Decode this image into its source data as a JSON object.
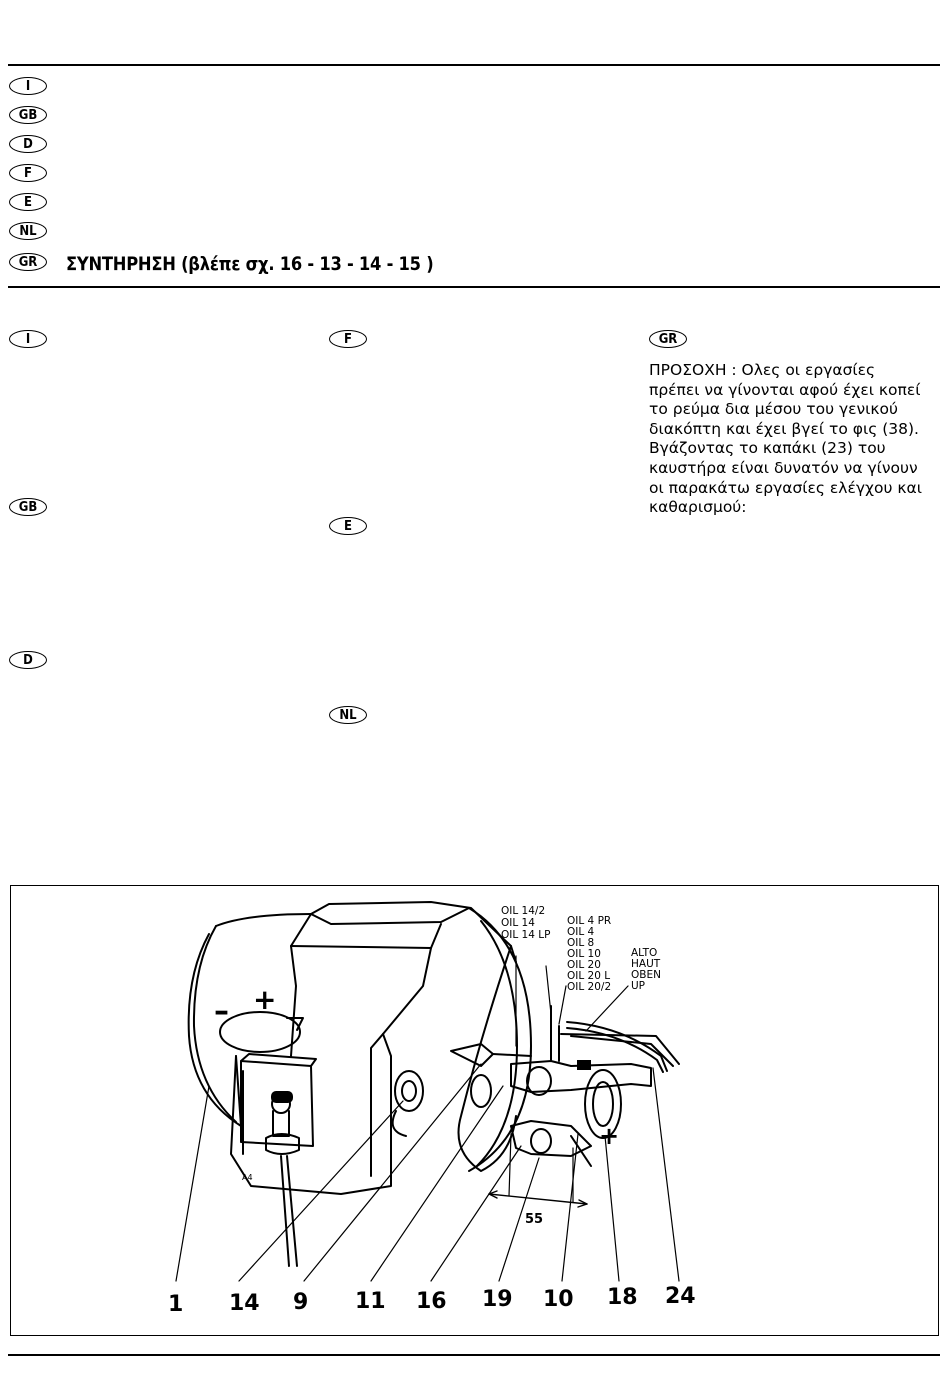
{
  "header": {
    "languages": [
      "I",
      "GB",
      "D",
      "F",
      "E",
      "NL",
      "GR"
    ],
    "gr_title": "ΣΥΝΤΗΡΗΣΗ  (βλέπε σχ. 16 - 13 - 14 - 15 )"
  },
  "columns": {
    "left": [
      "I",
      "GB",
      "D"
    ],
    "middle": [
      "F",
      "E",
      "NL"
    ],
    "right": [
      "GR"
    ]
  },
  "gr_text": [
    "ΠΡΟΣΟΧΗ : Ολες οι εργασίες",
    "πρέπει να γίνονται αφού έχει κοπεί",
    "το ρεύμα δια μέσου του γενικού",
    "διακόπτη και έχει βγεί το φις (38).",
    "Βγάζοντας το καπάκι (23) του",
    "καυστήρα είναι δυνατόν να γίνουν",
    "οι παρακάτω εργασίες ελέγχου και",
    "καθαρισμού:"
  ],
  "figure": {
    "labels_group1": [
      "OIL 14/2",
      "OIL 14",
      "OIL 14 LP"
    ],
    "labels_group2": [
      "OIL 4 PR",
      "OIL 4",
      "OIL 8",
      "OIL 10",
      "OIL 20",
      "OIL 20 L",
      "OIL 20/2"
    ],
    "labels_group3": [
      "ALTO",
      "HAUT",
      "OBEN",
      "UP"
    ],
    "dimension": "55",
    "minus_sign": "–",
    "plus_sign": "+",
    "plus_sign2": "+",
    "plate_text": "A4",
    "callouts": [
      "1",
      "14",
      "9",
      "11",
      "16",
      "19",
      "10",
      "18",
      "24"
    ]
  }
}
